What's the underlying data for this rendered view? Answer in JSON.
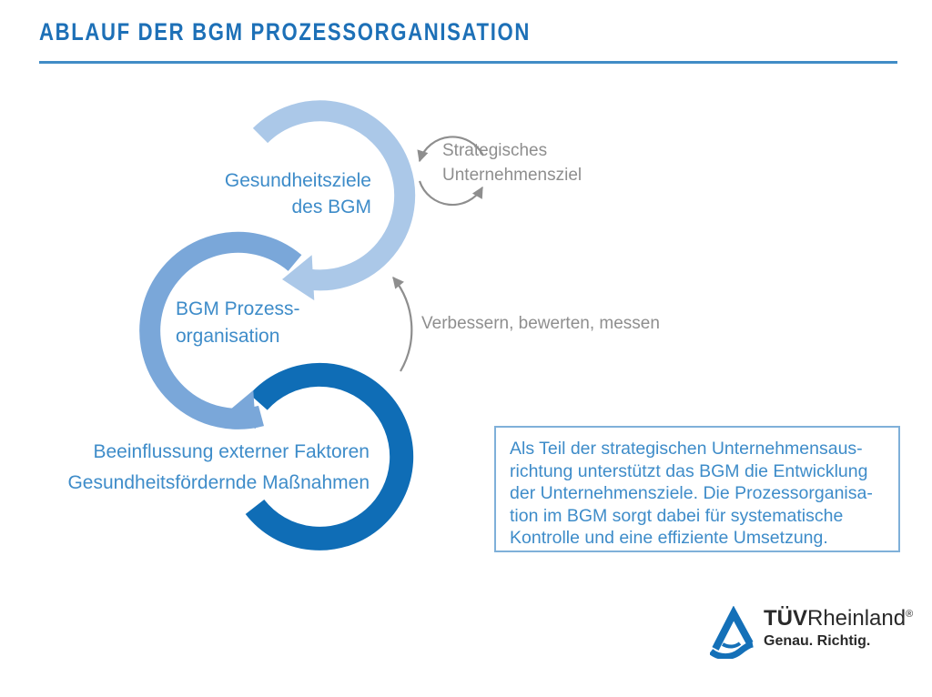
{
  "page": {
    "title": "ABLAUF DER BGM PROZESSORGANISATION"
  },
  "colors": {
    "title_blue": "#1d70b7",
    "rule_blue": "#418cc6",
    "ring_light_blue": "#abc8e8",
    "ring_medium_blue": "#7aa7d9",
    "ring_dark_blue": "#0f6db6",
    "label_blue": "#3e8cc9",
    "annotation_gray": "#8e8e8e",
    "info_border_blue": "#7fb0d9",
    "logo_blue": "#1470b8"
  },
  "diagram": {
    "step1": {
      "line1": "Gesundheitsziele",
      "line2": "des BGM"
    },
    "step2": {
      "line1": "BGM Prozess-",
      "line2": "organisation"
    },
    "step3": {
      "line1": "Beeinflussung externer Faktoren",
      "line2": "Gesundheitsfördernde Maßnahmen"
    },
    "external_goal": {
      "line1": "Strategisches",
      "line2": "Unternehmensziel"
    },
    "feedback": {
      "text": "Verbessern, bewerten, messen"
    },
    "icons": {
      "ring1": "light-blue-cycle-arrow",
      "ring2": "medium-blue-cycle-arrow",
      "ring3": "dark-blue-cycle-ring",
      "exchange": "circular-exchange-arrows",
      "feedback": "curved-feedback-arrow"
    }
  },
  "info_box": {
    "lines": [
      "Als Teil der strategischen Unternehmensaus-",
      "richtung unterstützt das BGM die Entwicklung",
      "der Unternehmensziele. Die Prozessorganisa-",
      "tion im BGM sorgt dabei für systematische",
      "Kontrolle und eine effiziente Umsetzung."
    ]
  },
  "logo": {
    "brand_bold": "TÜV",
    "brand_rest": "Rheinland",
    "registered": "®",
    "tagline": "Genau. Richtig."
  }
}
